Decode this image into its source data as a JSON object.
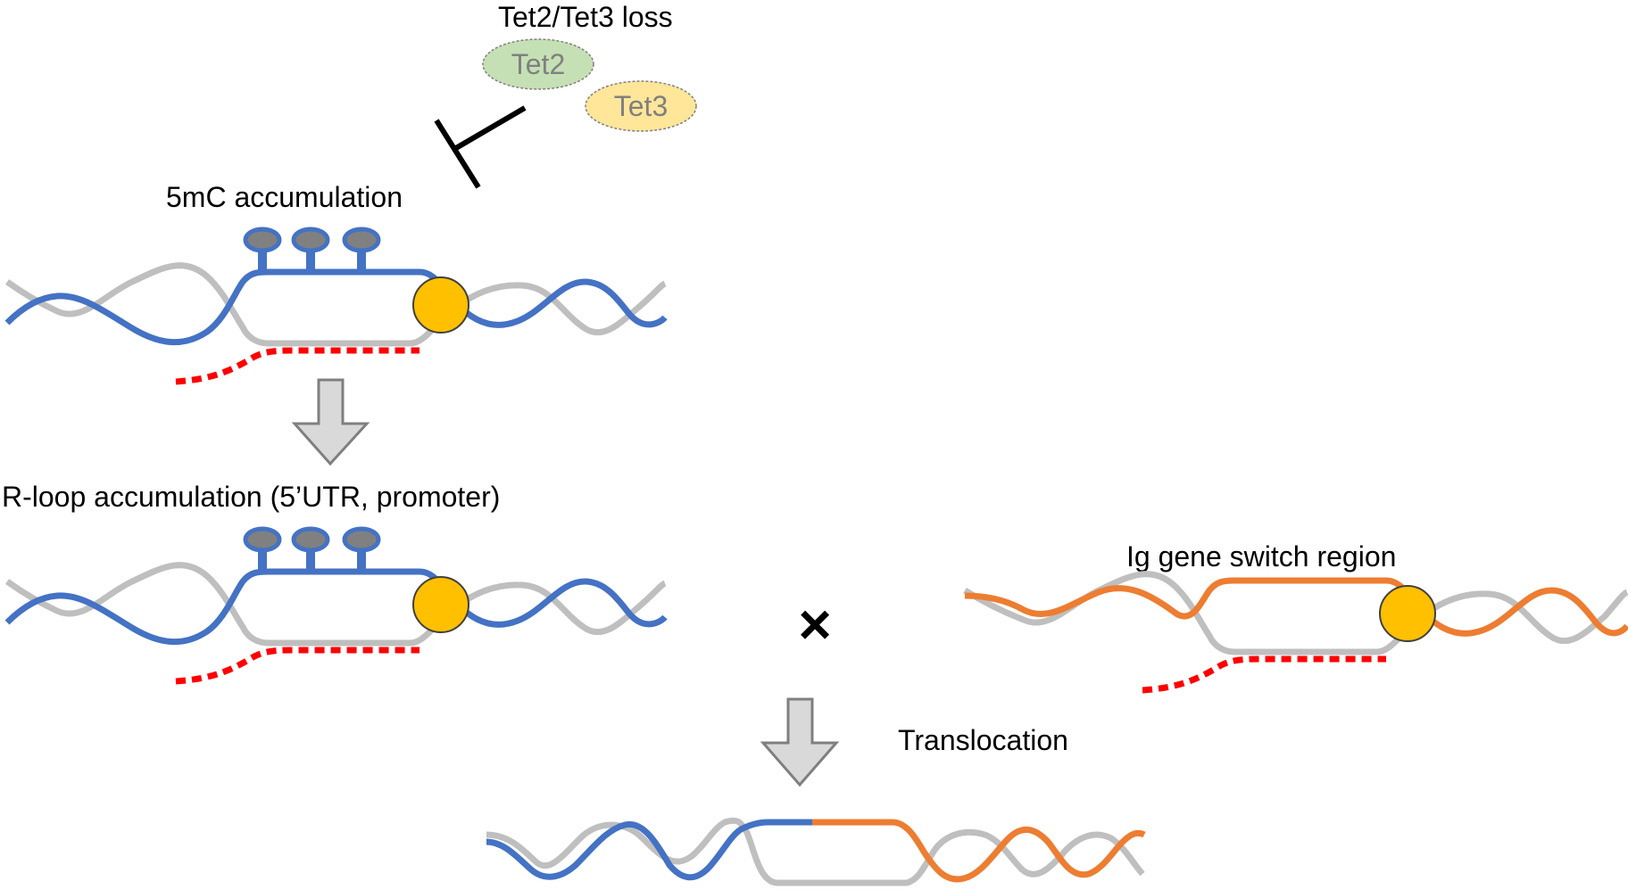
{
  "labels": {
    "tet_loss": "Tet2/Tet3 loss",
    "tet2": "Tet2",
    "tet3": "Tet3",
    "mc_accumulation": "5mC accumulation",
    "rloop_accumulation": "R-loop accumulation (5’UTR, promoter)",
    "ig_switch": "Ig gene switch region",
    "cross": "×",
    "translocation": "Translocation"
  },
  "colors": {
    "blue": "#4472c4",
    "orange": "#ed7d31",
    "gray": "#bfbfbf",
    "red": "#ff0000",
    "yellow": "#ffc000",
    "methyl": "#808080",
    "tet2_fill": "#c5e0b4",
    "tet3_fill": "#ffe699",
    "arrow_fill": "#d9d9d9",
    "arrow_stroke": "#7f7f7f"
  }
}
